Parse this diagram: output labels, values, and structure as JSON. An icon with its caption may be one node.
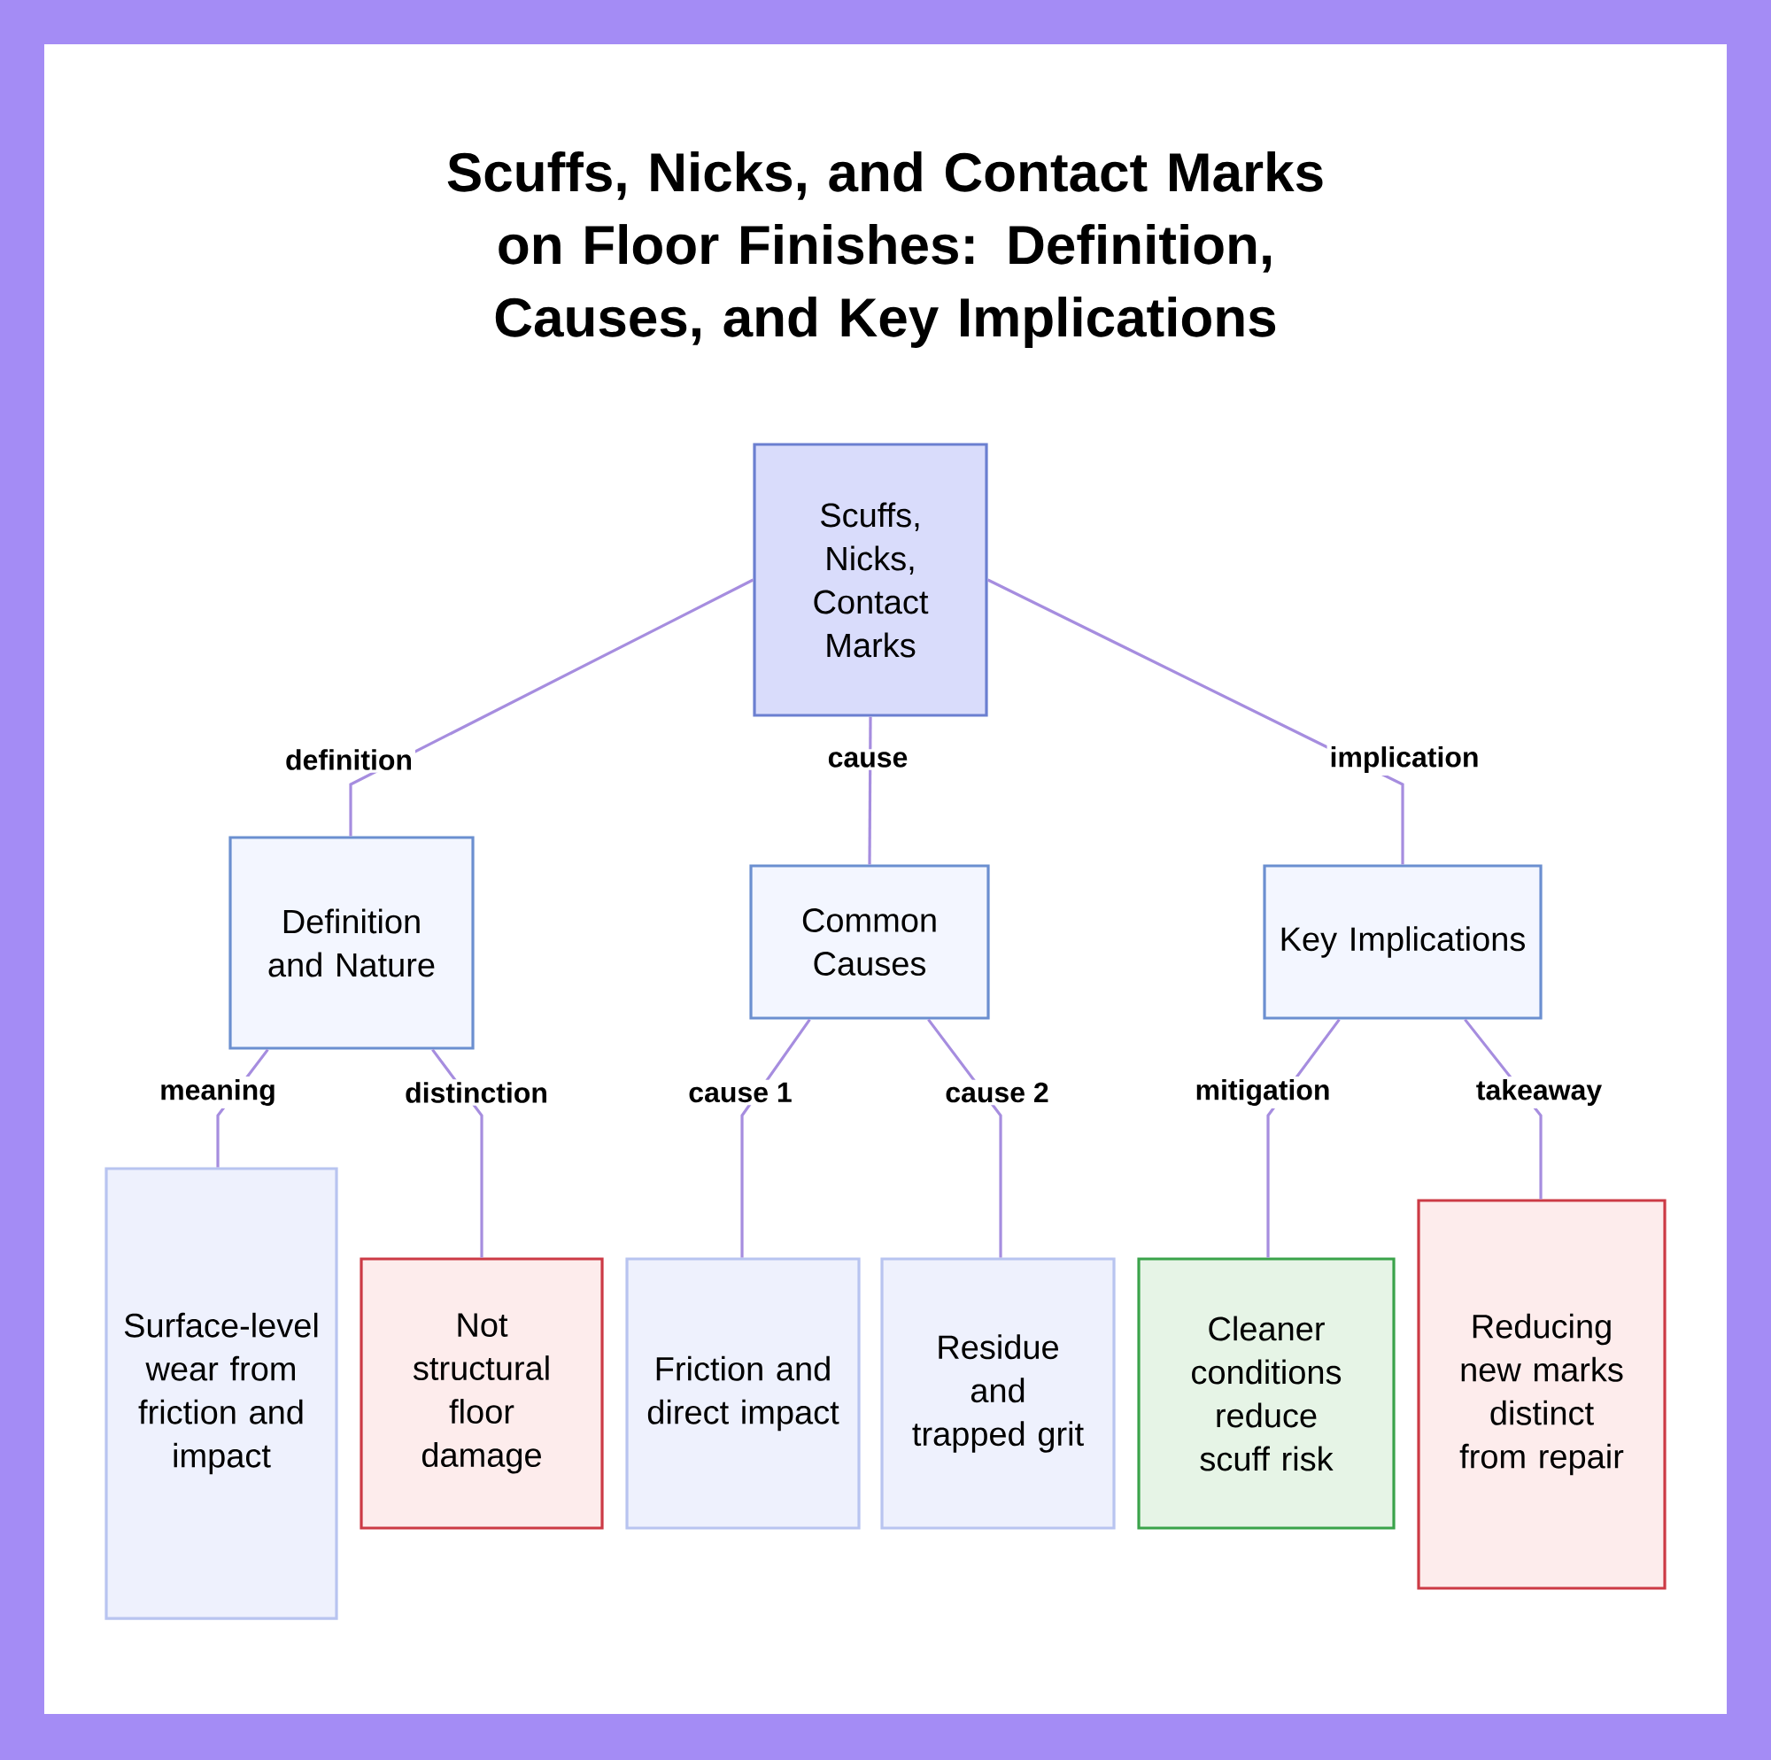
{
  "diagram": {
    "title": "Scuffs, Nicks, and Contact Marks on Floor Finishes: Definition, Causes, and Key Implications",
    "nodes": [
      {
        "text": [
          "Scuffs, Nicks, Contact Marks"
        ]
      },
      {
        "text": [
          "Definition and Nature"
        ]
      },
      {
        "text": [
          "Common Causes"
        ]
      },
      {
        "text": [
          "Key Implications"
        ]
      },
      {
        "text": [
          "Surface-level wear from friction and impact"
        ]
      },
      {
        "text": [
          "Not structural floor damage"
        ]
      },
      {
        "text": [
          "Friction and direct impact"
        ]
      },
      {
        "text": [
          "Residue and trapped grit"
        ]
      },
      {
        "text": [
          "Cleaner conditions reduce scuff risk"
        ]
      },
      {
        "text": [
          "Reducing new marks distinct from repair"
        ]
      }
    ],
    "edges": [
      {
        "from": 0,
        "to": 1,
        "arrow": "none",
        "label": "definition"
      },
      {
        "from": 0,
        "to": 2,
        "arrow": "none",
        "label": "cause"
      },
      {
        "from": 0,
        "to": 3,
        "arrow": "none",
        "label": "implication"
      },
      {
        "from": 1,
        "to": 4,
        "arrow": "none",
        "label": "meaning"
      },
      {
        "from": 1,
        "to": 5,
        "arrow": "none",
        "label": "distinction"
      },
      {
        "from": 2,
        "to": 6,
        "arrow": "none",
        "label": "cause 1"
      },
      {
        "from": 2,
        "to": 7,
        "arrow": "none",
        "label": "cause 2"
      },
      {
        "from": 3,
        "to": 8,
        "arrow": "none",
        "label": "mitigation"
      },
      {
        "from": 3,
        "to": 9,
        "arrow": "none",
        "label": "takeaway"
      }
    ]
  }
}
